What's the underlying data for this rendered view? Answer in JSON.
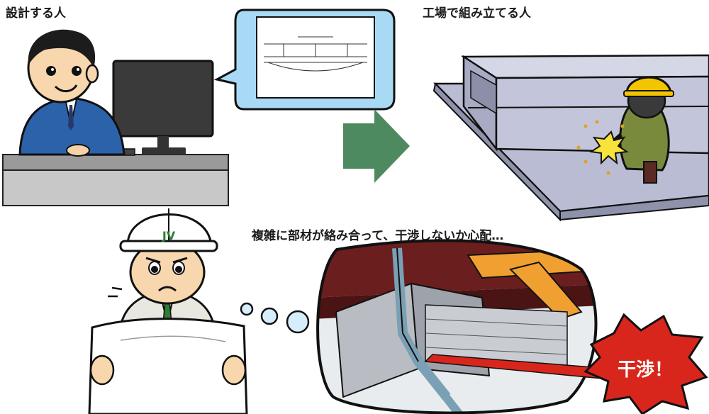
{
  "labels": {
    "designer": "設計する人",
    "factory": "工場で組み立てる人",
    "worry": "複雑に部材が絡み合って、干渉しないか心配…"
  },
  "helmet_badge": "JV",
  "callout": "干渉！",
  "colors": {
    "arrow": "#4e8a5f",
    "burst": "#d9261c",
    "bubble": "#a9daf5",
    "helmet_worker": "#f2c500",
    "beam_orange": "#f0a030",
    "steel_red": "#6b1e1e"
  }
}
